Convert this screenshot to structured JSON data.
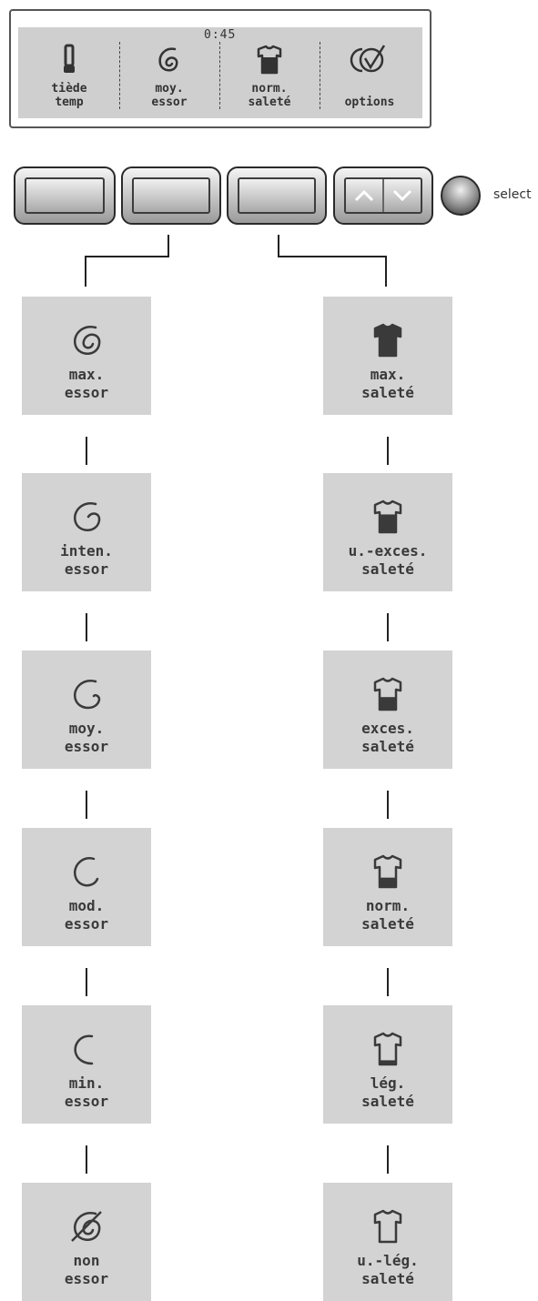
{
  "display": {
    "time": "0:45",
    "segments": [
      {
        "icon": "thermometer-icon",
        "line1": "tiède",
        "line2": "temp"
      },
      {
        "icon": "spin-icon",
        "line1": "moy.",
        "line2": "essor"
      },
      {
        "icon": "shirt-icon",
        "line1": "norm.",
        "line2": "saleté"
      },
      {
        "icon": "options-icon",
        "line1": "",
        "line2": "options"
      }
    ]
  },
  "controls": {
    "select_label": "select"
  },
  "spin_column": [
    {
      "line1": "max.",
      "line2": "essor",
      "icon": "spin-max-icon"
    },
    {
      "line1": "inten.",
      "line2": "essor",
      "icon": "spin-inten-icon"
    },
    {
      "line1": "moy.",
      "line2": "essor",
      "icon": "spin-moy-icon"
    },
    {
      "line1": "mod.",
      "line2": "essor",
      "icon": "spin-mod-icon"
    },
    {
      "line1": "min.",
      "line2": "essor",
      "icon": "spin-min-icon"
    },
    {
      "line1": "non",
      "line2": "essor",
      "icon": "no-spin-icon"
    }
  ],
  "soil_column": [
    {
      "line1": "max.",
      "line2": "saleté",
      "icon": "shirt-full-icon",
      "fill": 1.0
    },
    {
      "line1": "u.-exces.",
      "line2": "saleté",
      "icon": "shirt-uexces-icon",
      "fill": 0.85
    },
    {
      "line1": "exces.",
      "line2": "saleté",
      "icon": "shirt-exces-icon",
      "fill": 0.6
    },
    {
      "line1": "norm.",
      "line2": "saleté",
      "icon": "shirt-norm-icon",
      "fill": 0.45
    },
    {
      "line1": "lég.",
      "line2": "saleté",
      "icon": "shirt-leg-icon",
      "fill": 0.2
    },
    {
      "line1": "u.-lég.",
      "line2": "saleté",
      "icon": "shirt-uleg-icon",
      "fill": 0.0
    }
  ],
  "colors": {
    "tile": "#d3d3d3",
    "ink": "#3a3a3a",
    "display": "#cfcfcf"
  }
}
